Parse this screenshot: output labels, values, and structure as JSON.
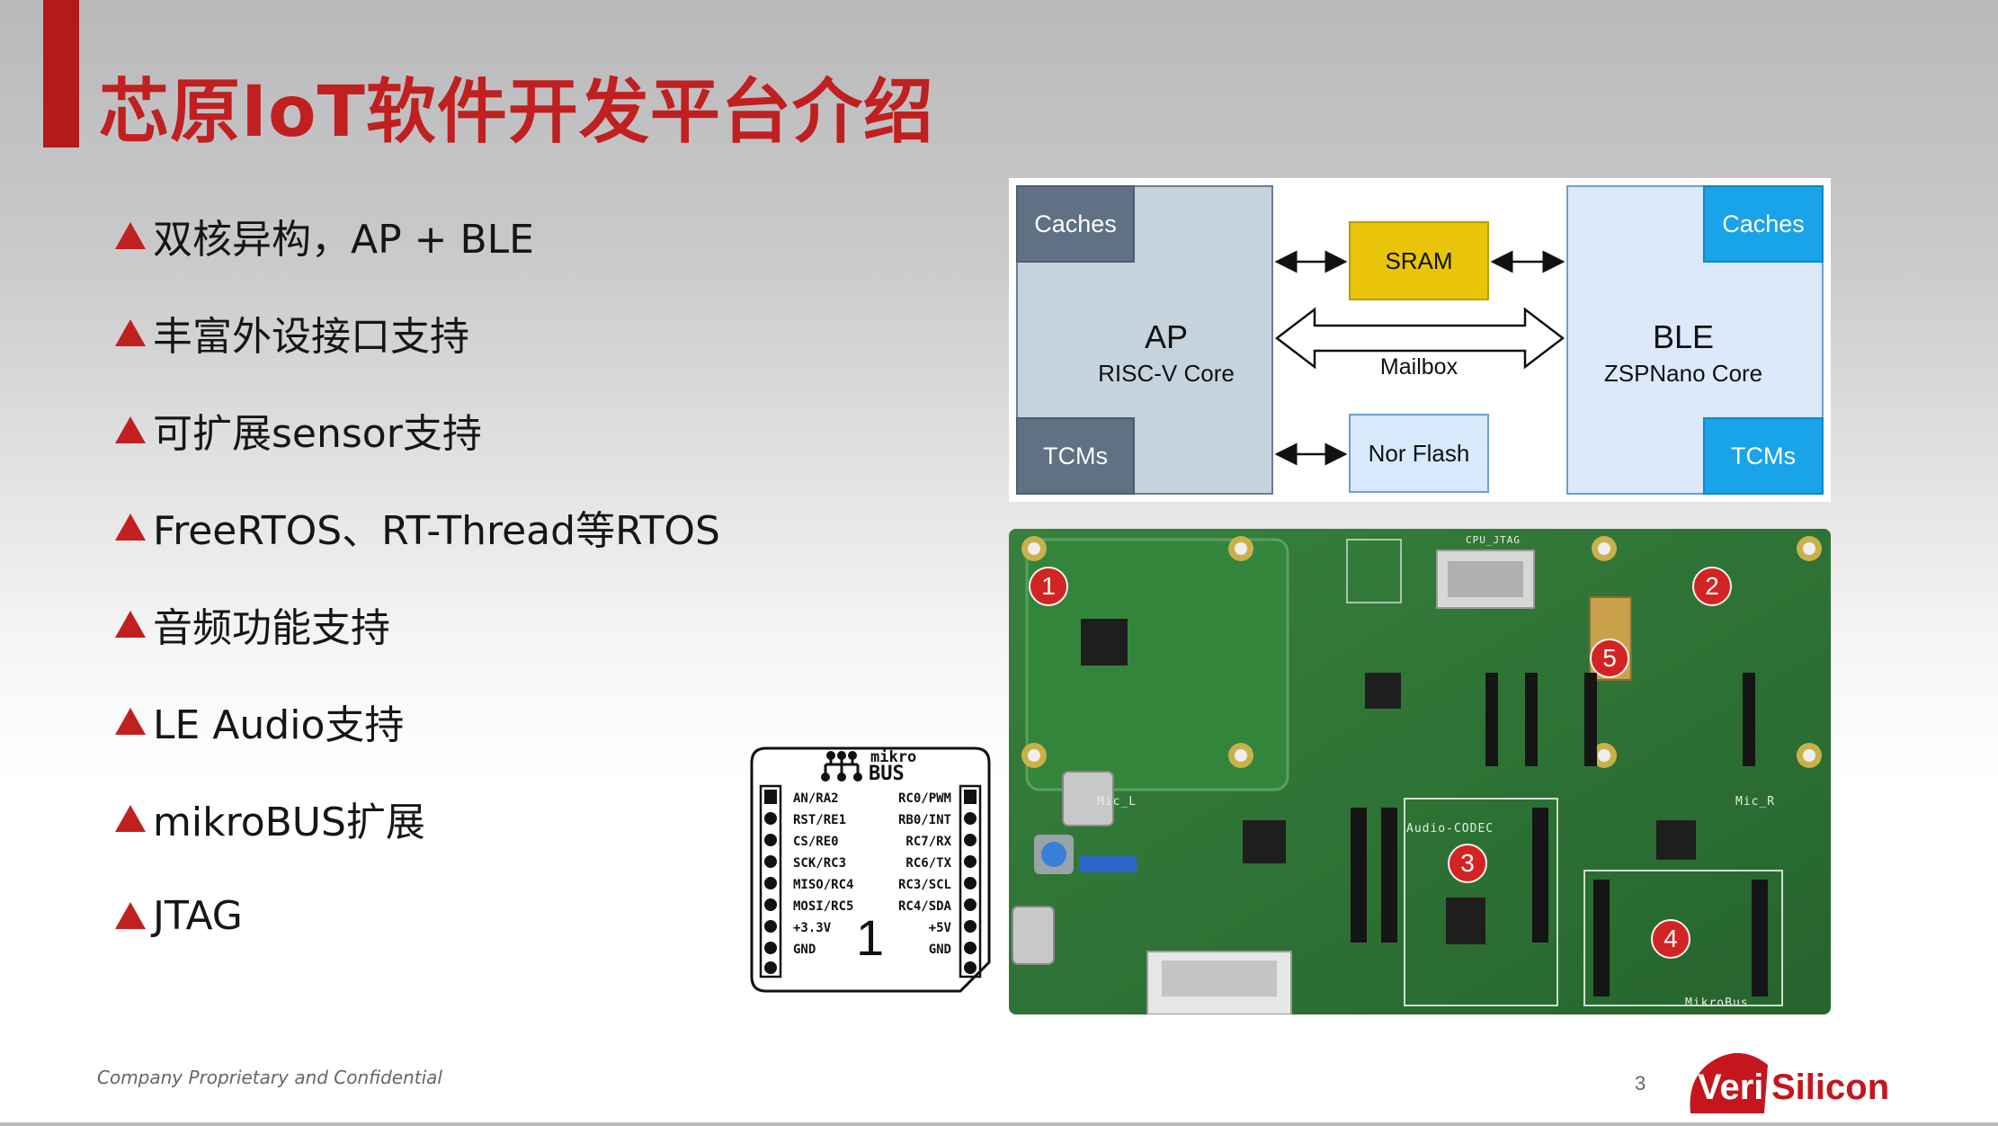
{
  "slide": {
    "title": "芯原IoT软件开发平台介绍",
    "bullets": [
      "双核异构，AP + BLE",
      "丰富外设接口支持",
      "可扩展sensor支持",
      "FreeRTOS、RT-Thread等RTOS",
      "音频功能支持",
      "LE Audio支持",
      "mikroBUS扩展",
      "JTAG"
    ],
    "footer": "Company Proprietary and Confidential",
    "page_number": "3",
    "logo": {
      "part1": "Veri",
      "part2": "Silicon",
      "brand_color": "#c4161c"
    }
  },
  "diagram": {
    "ap": {
      "caches": "Caches",
      "title": "AP",
      "subtitle": "RISC-V Core",
      "tcms": "TCMs"
    },
    "ble": {
      "caches": "Caches",
      "title": "BLE",
      "subtitle": "ZSPNano Core",
      "tcms": "TCMs"
    },
    "sram": "SRAM",
    "mailbox": "Mailbox",
    "nor_flash": "Nor Flash"
  },
  "mikrobus": {
    "logo_small": "mikro",
    "logo_big": "BUS",
    "left_pins": [
      "AN/RA2",
      "RST/RE1",
      "CS/RE0",
      "SCK/RC3",
      "MISO/RC4",
      "MOSI/RC5",
      "+3.3V",
      "GND"
    ],
    "right_pins": [
      "RC0/PWM",
      "RB0/INT",
      "RC7/RX",
      "RC6/TX",
      "RC3/SCL",
      "RC4/SDA",
      "+5V",
      "GND"
    ],
    "number": "1"
  },
  "board": {
    "badges": [
      "1",
      "2",
      "3",
      "4",
      "5"
    ],
    "labels": {
      "audio": "Audio-CODEC",
      "mic_l": "Mic_L",
      "mic_r": "Mic_R",
      "mikrobus": "MikroBus",
      "jtag": "CPU_JTAG"
    }
  }
}
